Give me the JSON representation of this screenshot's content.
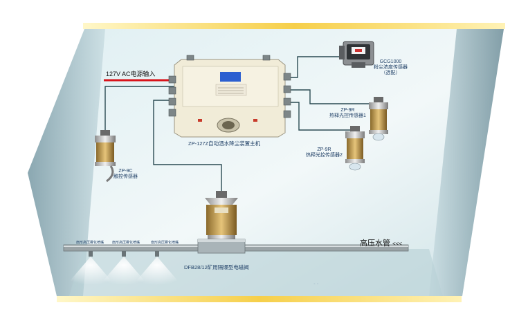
{
  "power_input": "127V AC电源输入",
  "main_unit": {
    "label": "ZP-127Z自动洒水降尘装置主机"
  },
  "dust_sensor": {
    "model": "GCG1000",
    "name": "粉尘浓度传感器",
    "note": "（选配）"
  },
  "heat_sensor_1": {
    "model": "ZP-9R",
    "name": "热释光控传感器1"
  },
  "heat_sensor_2": {
    "model": "ZP-9R",
    "name": "热释光控传感器2"
  },
  "touch_sensor": {
    "model": "ZP-9C",
    "name": "触控传感器"
  },
  "valve": {
    "label": "DFB28/12矿用隔爆型电磁阀"
  },
  "pipe": {
    "label": "高压水管",
    "arrows": "<<<"
  },
  "nozzles": [
    "扇形高压雾化喷嘴",
    "扇形高压雾化喷嘴",
    "扇形高压雾化喷嘴"
  ],
  "footer_note": "→  ←",
  "colors": {
    "frame_gold": "#f2c94c",
    "cable": "#2a4a52",
    "power_cable": "#d9141b",
    "device_body": "#f1ecd8"
  }
}
